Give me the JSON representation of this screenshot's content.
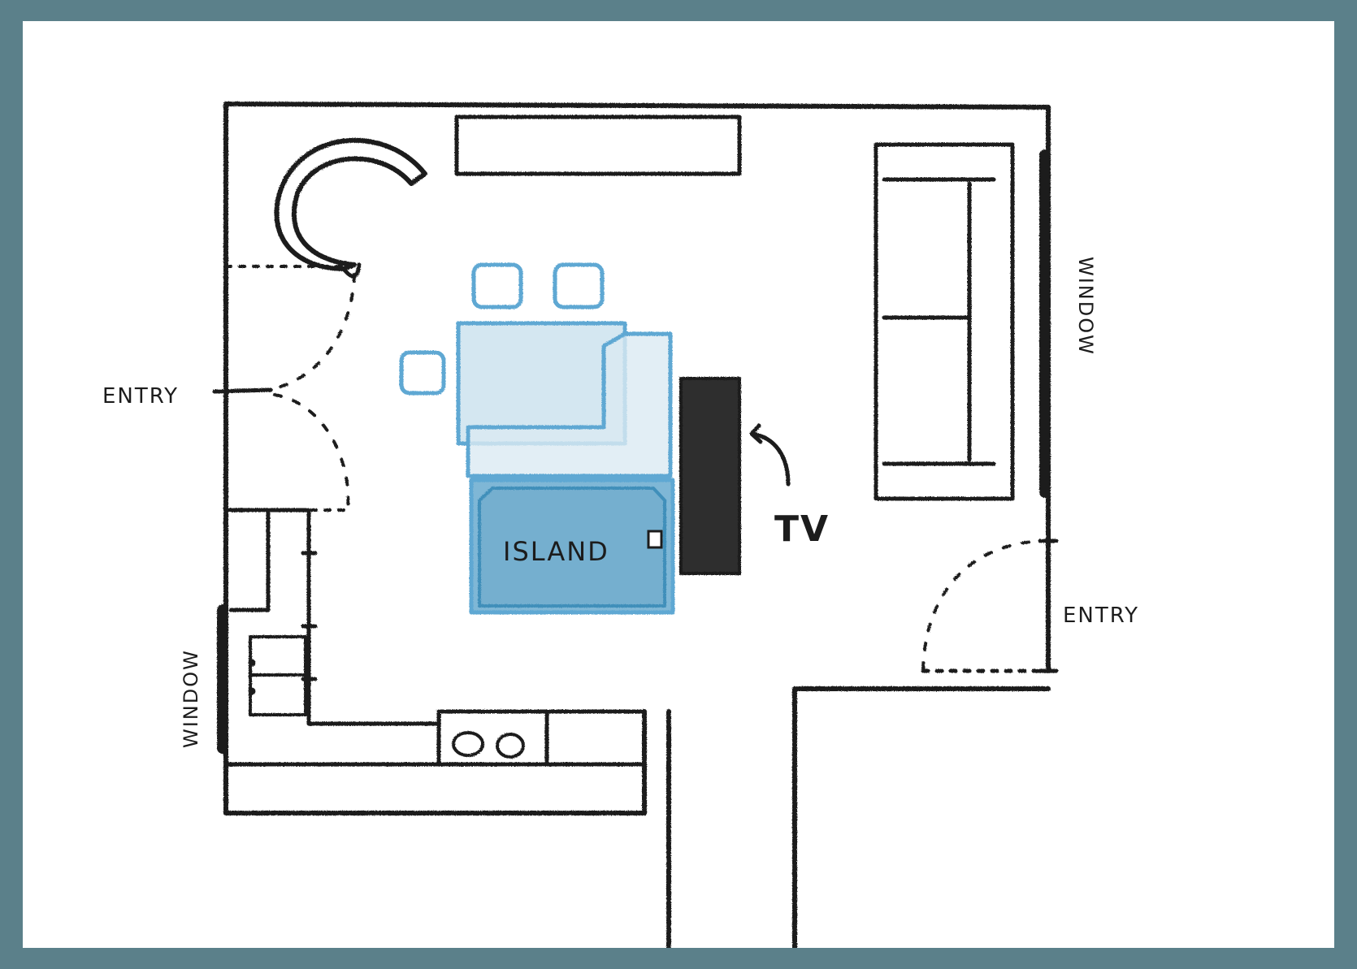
{
  "labels": {
    "entry_left": "ENTRY",
    "entry_right": "ENTRY",
    "window_right": "WINDOW",
    "window_left": "WINDOW",
    "tv": "TV",
    "island": "ISLAND"
  },
  "colors": {
    "frame_border": "#5b808a",
    "paper": "#ffffff",
    "pencil": "#1c1c1c",
    "blue_outline": "#5fa8d3",
    "blue_fill_light": "#cde3ef",
    "island_fill": "#7fb7d6",
    "tv_fill": "#2f2f2f"
  },
  "icons": {
    "armchair": "armchair-icon",
    "tv_arrow": "curved-arrow-icon"
  }
}
